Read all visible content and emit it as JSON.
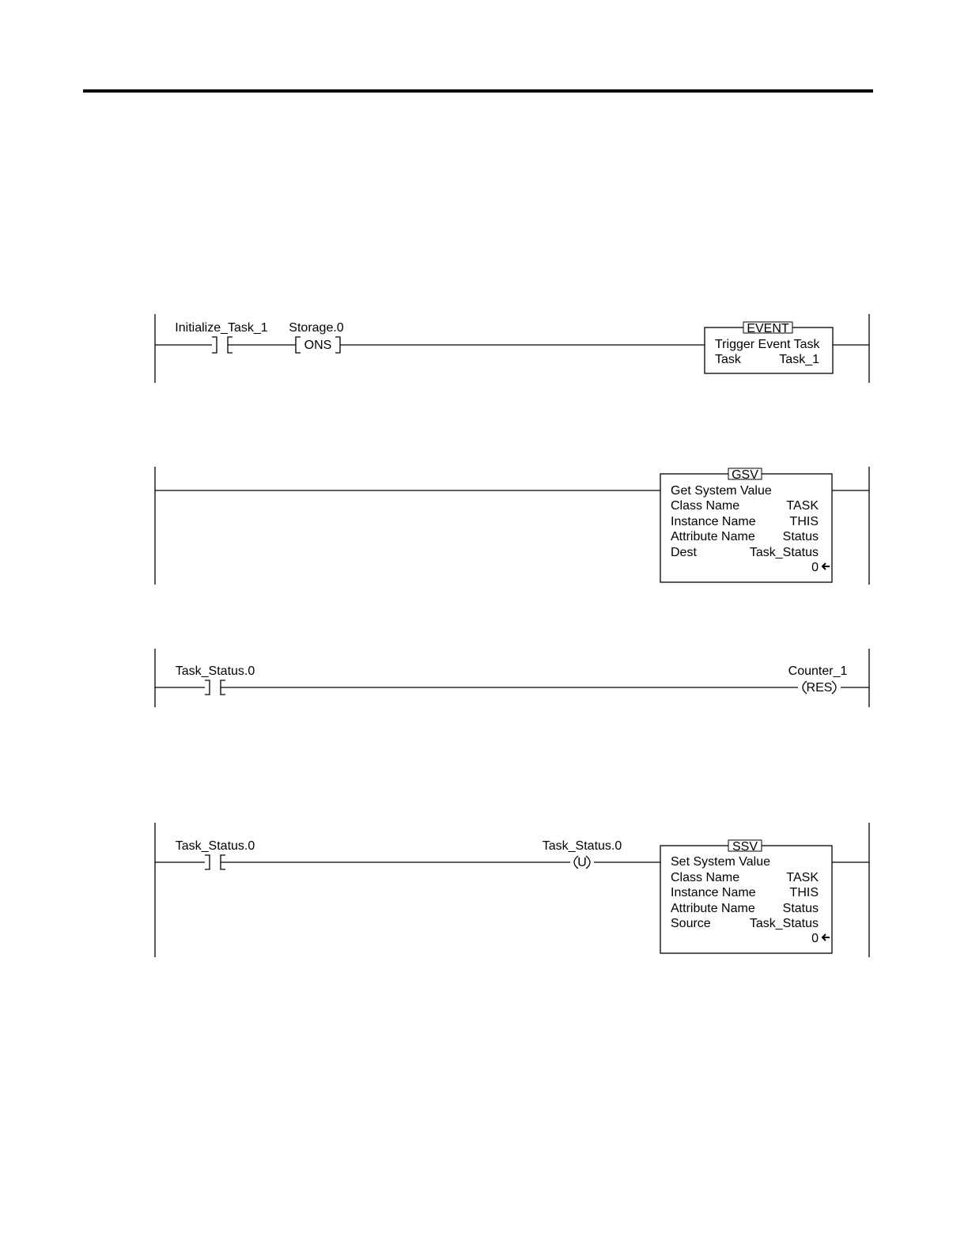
{
  "rungs": [
    {
      "contact": "Initialize_Task_1",
      "ons": {
        "tag": "Storage.0",
        "label": "ONS"
      },
      "block": {
        "type": "EVENT",
        "title": "Trigger Event Task",
        "rows": [
          {
            "label": "Task",
            "value": "Task_1"
          }
        ]
      }
    },
    {
      "block": {
        "type": "GSV",
        "title": "Get System Value",
        "rows": [
          {
            "label": "Class Name",
            "value": "TASK"
          },
          {
            "label": "Instance Name",
            "value": "THIS"
          },
          {
            "label": "Attribute Name",
            "value": "Status"
          },
          {
            "label": "Dest",
            "value": "Task_Status"
          }
        ],
        "dest_value": "0"
      }
    },
    {
      "contact": "Task_Status.0",
      "coil": {
        "tag": "Counter_1",
        "label": "RES"
      }
    },
    {
      "contact": "Task_Status.0",
      "coil": {
        "tag": "Task_Status.0",
        "label": "U"
      },
      "block": {
        "type": "SSV",
        "title": "Set System Value",
        "rows": [
          {
            "label": "Class Name",
            "value": "TASK"
          },
          {
            "label": "Instance Name",
            "value": "THIS"
          },
          {
            "label": "Attribute Name",
            "value": "Status"
          },
          {
            "label": "Source",
            "value": "Task_Status"
          }
        ],
        "source_value": "0"
      }
    }
  ]
}
